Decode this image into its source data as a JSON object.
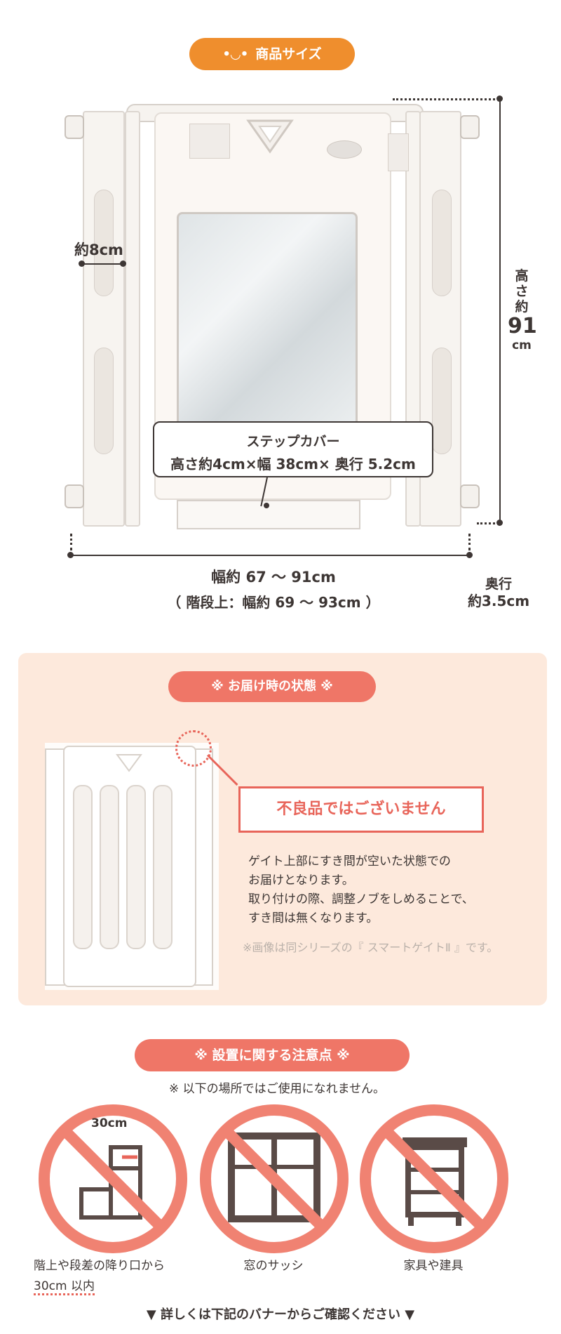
{
  "header": {
    "badge_label": "商品サイズ",
    "face_glyph": "•◡•"
  },
  "dimensions": {
    "frame_width": "約8cm",
    "height_label_1": "高",
    "height_label_2": "さ",
    "height_label_3": "約",
    "height_value": "91",
    "height_unit": "cm",
    "width": "幅約 67 ～ 91cm",
    "width_stairs": "（ 階段上：幅約 69 ～ 93cm ）",
    "depth_label": "奥行",
    "depth_value": "約3.5cm"
  },
  "step_cover": {
    "title": "ステップカバー",
    "size": "高さ約4cm×幅 38cm× 奥行 5.2cm"
  },
  "delivery": {
    "heading": "※ お届け時の状態 ※",
    "not_defective": "不良品ではございません",
    "line1": "ゲイト上部にすき間が空いた状態での",
    "line2": "お届けとなります。",
    "line3": "取り付けの際、調整ノブをしめることで、",
    "line4": "すき間は無くなります。",
    "note": "※画像は同シリーズの『 スマートゲイトⅡ 』です。"
  },
  "caution": {
    "heading": "※ 設置に関する注意点 ※",
    "subheading": "※ 以下の場所ではご使用になれません。",
    "items": [
      {
        "icon": "stairs-icon",
        "label_1": "階上や段差の降り口から",
        "label_2": "30cm 以内",
        "badge": "30cm"
      },
      {
        "icon": "window-sash-icon",
        "label_1": "窓のサッシ"
      },
      {
        "icon": "furniture-icon",
        "label_1": "家具や建具"
      }
    ],
    "footer": "▼ 詳しくは下記のバナーからご確認ください ▼"
  },
  "colors": {
    "orange": "#ef8e2d",
    "coral": "#ef7667",
    "peach": "#fde9dc",
    "dark": "#3d3634",
    "red": "#e8655a"
  }
}
